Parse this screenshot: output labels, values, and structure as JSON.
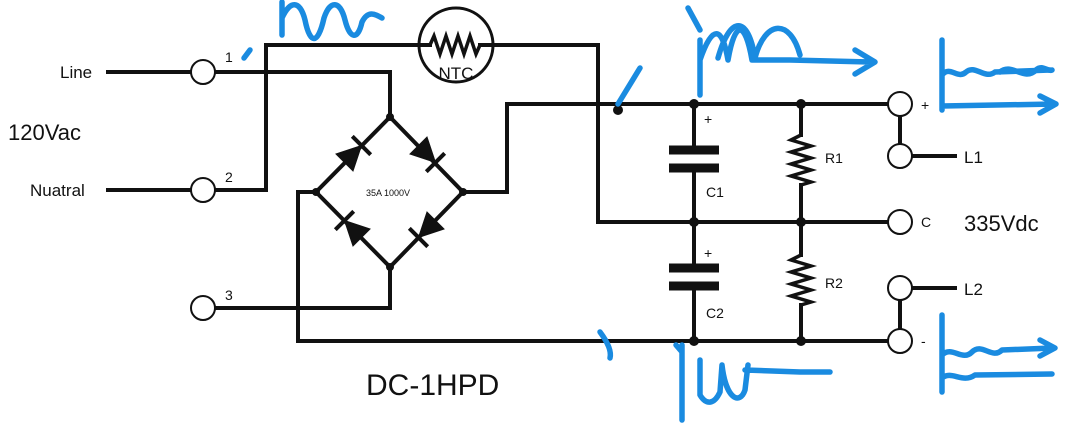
{
  "labels": {
    "line": "Line",
    "neutral": "Nuatral",
    "input_voltage": "120Vac",
    "output_voltage": "335Vdc",
    "model": "DC-1HPD",
    "bridge_rating": "35A 1000V",
    "ntc": "NTC"
  },
  "terminals": {
    "t1": "1",
    "t2": "2",
    "t3": "3",
    "plus": "+",
    "center": "C",
    "minus": "-",
    "l1": "L1",
    "l2": "L2"
  },
  "components": {
    "c1": "C1",
    "c2": "C2",
    "r1": "R1",
    "r2": "R2",
    "cap_polarity": "+"
  },
  "colors": {
    "wire": "#111111",
    "annotation": "#1a8be0",
    "background": "#ffffff"
  }
}
